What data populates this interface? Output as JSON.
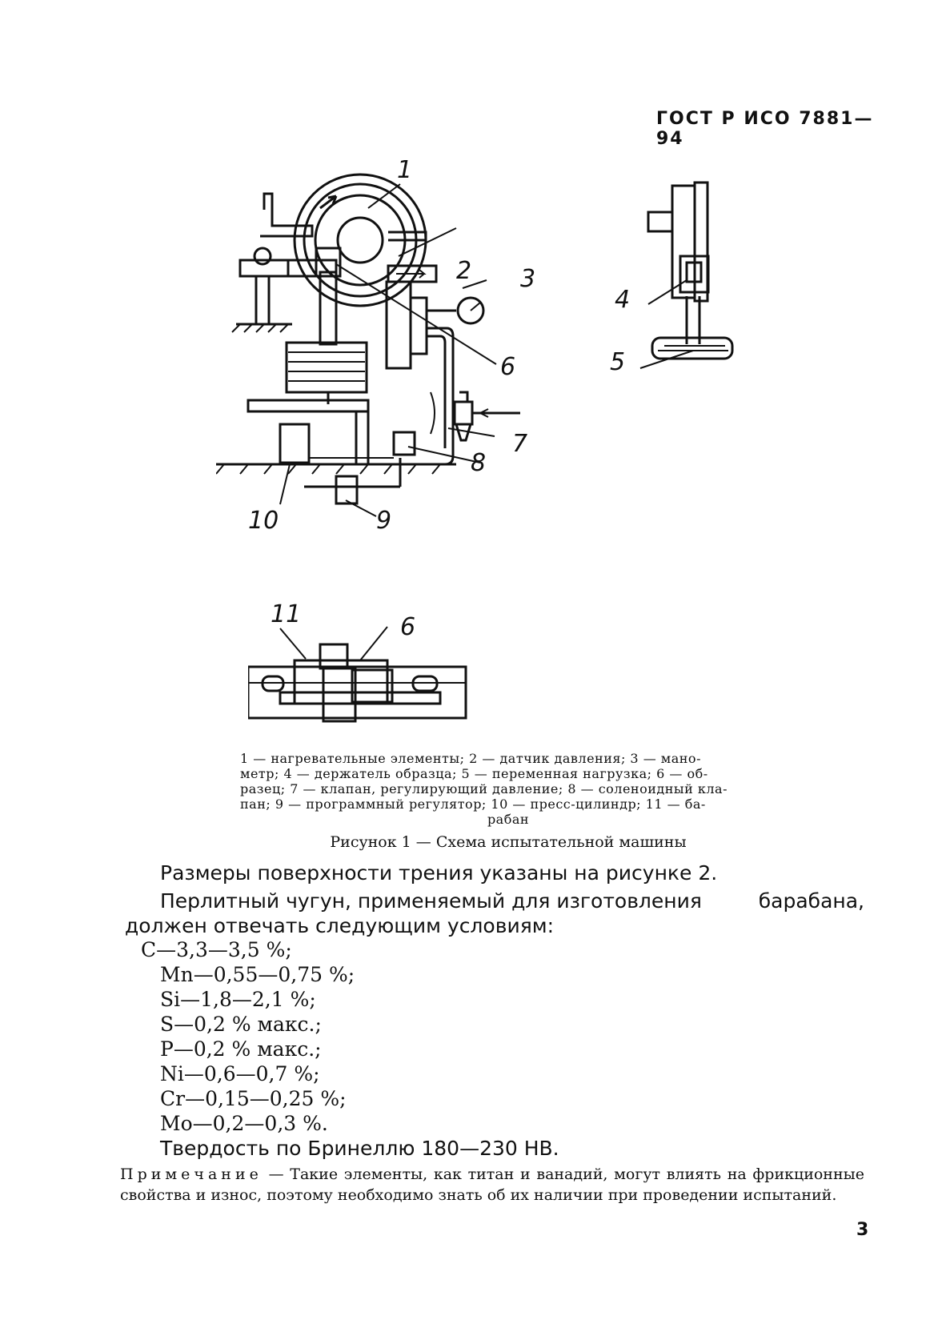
{
  "header": {
    "standard": "ГОСТ Р ИСО 7881—94"
  },
  "figure": {
    "labels": [
      "1",
      "2",
      "3",
      "4",
      "5",
      "6",
      "7",
      "8",
      "9",
      "10",
      "11",
      "6"
    ]
  },
  "legend": {
    "line1": "1 — нагревательные элементы; 2 — датчик давления; 3 — мано-",
    "line2": "метр; 4 — держатель образца; 5 — переменная нагрузка; 6 — об-",
    "line3": "разец; 7 — клапан, регулирующий давление; 8 — соленоидный кла-",
    "line4": "пан; 9 — программный регулятор; 10 — пресс-цилиндр; 11 — ба-",
    "line5": "рабан"
  },
  "caption": "Рисунок 1 — Схема испытательной машины",
  "body": {
    "p1": "Размеры поверхности трения указаны на рисунке 2.",
    "p2_left": "Перлитный чугун, применяемый для изготовления",
    "p2_right": "барабана,",
    "p2_cont": "должен отвечать следующим условиям:",
    "composition": [
      "С—3,3—3,5 %;",
      "Mn—0,55—0,75 %;",
      "Si—1,8—2,1 %;",
      "S—0,2 % макс.;",
      "P—0,2 % макс.;",
      "Ni—0,6—0,7 %;",
      "Cr—0,15—0,25 %;",
      "Mo—0,2—0,3 %."
    ],
    "hardness": "Твердость по Бринеллю 180—230 НВ."
  },
  "note": {
    "label": "Примечание",
    "text": " — Такие элементы, как титан и ванадий, могут влиять на фрикционные свойства и износ, поэтому необходимо знать об их наличии при проведении испытаний."
  },
  "page_number": "3"
}
